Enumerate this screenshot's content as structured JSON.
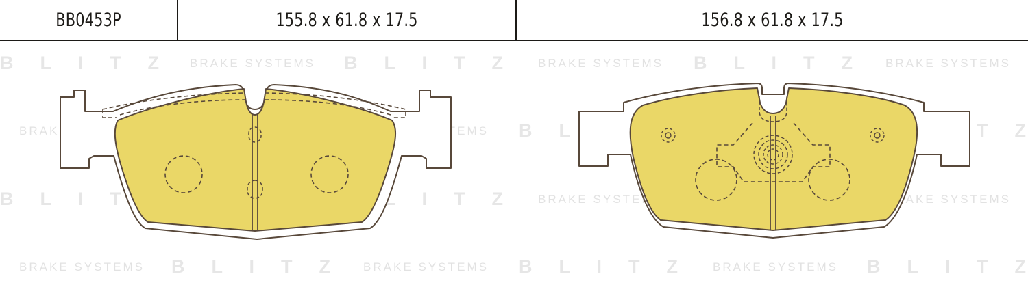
{
  "header": {
    "part_number": "BB0453P",
    "dims_left": "155.8 x 61.8 x 17.5",
    "dims_right": "156.8 x 61.8 x 17.5"
  },
  "watermark": {
    "blitz": "B L I T Z",
    "brake": "BRAKE SYSTEMS"
  },
  "colors": {
    "friction_fill": "#ead767",
    "outline": "#58483a"
  }
}
